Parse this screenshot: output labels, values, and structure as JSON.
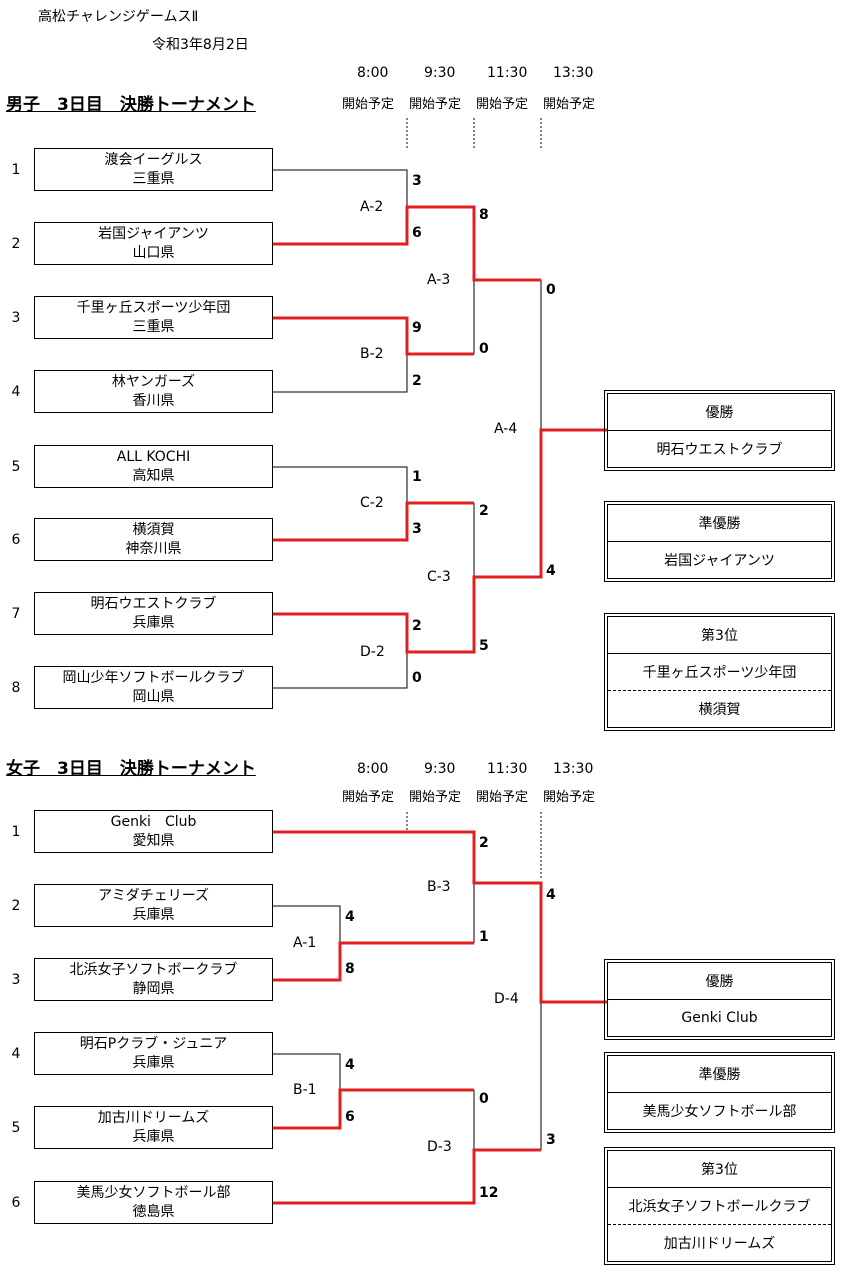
{
  "header": {
    "event_title": "高松チャレンジゲームスⅡ",
    "date": "令和3年8月2日"
  },
  "schedule": {
    "times": [
      "8:00",
      "9:30",
      "11:30",
      "13:30"
    ],
    "start_label": "開始予定"
  },
  "boys": {
    "title": "男子　3日目　決勝トーナメント",
    "teams": [
      {
        "seed": "1",
        "name": "渡会イーグルス",
        "pref": "三重県"
      },
      {
        "seed": "2",
        "name": "岩国ジャイアンツ",
        "pref": "山口県"
      },
      {
        "seed": "3",
        "name": "千里ヶ丘スポーツ少年団",
        "pref": "三重県"
      },
      {
        "seed": "4",
        "name": "林ヤンガーズ",
        "pref": "香川県"
      },
      {
        "seed": "5",
        "name": "ALL KOCHI",
        "pref": "高知県"
      },
      {
        "seed": "6",
        "name": "横須賀",
        "pref": "神奈川県"
      },
      {
        "seed": "7",
        "name": "明石ウエストクラブ",
        "pref": "兵庫県"
      },
      {
        "seed": "8",
        "name": "岡山少年ソフトボールクラブ",
        "pref": "岡山県"
      }
    ],
    "games": [
      {
        "id": "A-2",
        "score_top": "3",
        "score_bottom": "6"
      },
      {
        "id": "B-2",
        "score_top": "9",
        "score_bottom": "2"
      },
      {
        "id": "C-2",
        "score_top": "1",
        "score_bottom": "3"
      },
      {
        "id": "D-2",
        "score_top": "2",
        "score_bottom": "0"
      },
      {
        "id": "A-3",
        "score_top": "8",
        "score_bottom": "0"
      },
      {
        "id": "C-3",
        "score_top": "2",
        "score_bottom": "5"
      },
      {
        "id": "A-4",
        "score_top": "0",
        "score_bottom": "4"
      }
    ],
    "results": {
      "champion_label": "優勝",
      "champion": "明石ウエストクラブ",
      "runner_up_label": "準優勝",
      "runner_up": "岩国ジャイアンツ",
      "third_label": "第3位",
      "third": [
        "千里ヶ丘スポーツ少年団",
        "横須賀"
      ]
    }
  },
  "girls": {
    "title": "女子　3日目　決勝トーナメント",
    "teams": [
      {
        "seed": "1",
        "name": "Genki　Club",
        "pref": "愛知県"
      },
      {
        "seed": "2",
        "name": "アミダチェリーズ",
        "pref": "兵庫県"
      },
      {
        "seed": "3",
        "name": "北浜女子ソフトボークラブ",
        "pref": "静岡県"
      },
      {
        "seed": "4",
        "name": "明石Pクラブ・ジュニア",
        "pref": "兵庫県"
      },
      {
        "seed": "5",
        "name": "加古川ドリームズ",
        "pref": "兵庫県"
      },
      {
        "seed": "6",
        "name": "美馬少女ソフトボール部",
        "pref": "徳島県"
      }
    ],
    "games": [
      {
        "id": "A-1",
        "score_top": "4",
        "score_bottom": "8"
      },
      {
        "id": "B-1",
        "score_top": "4",
        "score_bottom": "6"
      },
      {
        "id": "B-3",
        "score_top": "2",
        "score_bottom": "1"
      },
      {
        "id": "D-3",
        "score_top": "0",
        "score_bottom": "12"
      },
      {
        "id": "D-4",
        "score_top": "4",
        "score_bottom": "3"
      }
    ],
    "results": {
      "champion_label": "優勝",
      "champion": "Genki Club",
      "runner_up_label": "準優勝",
      "runner_up": "美馬少女ソフトボール部",
      "third_label": "第3位",
      "third": [
        "北浜女子ソフトボールクラブ",
        "加古川ドリームズ"
      ]
    }
  },
  "colors": {
    "winner_line": "#e02020",
    "line": "#000000"
  }
}
